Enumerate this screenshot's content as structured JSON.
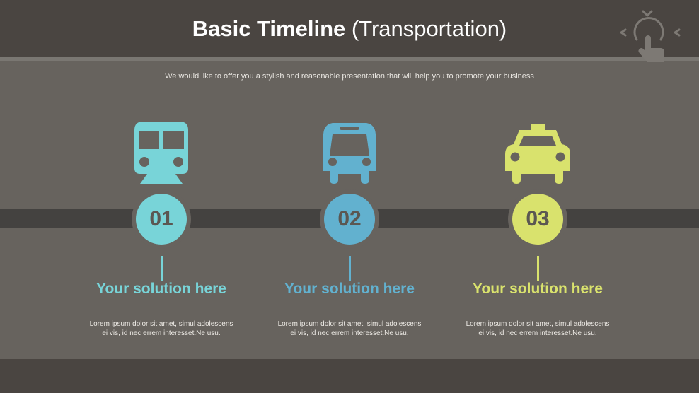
{
  "header": {
    "title_bold": "Basic Timeline",
    "title_light": "(Transportation)",
    "icon": "touch-gesture-icon"
  },
  "subtitle": "We would like to offer you a stylish and reasonable presentation that will help you to promote your business",
  "colors": {
    "header_bg": "#4a4541",
    "body_bg": "#67635e",
    "bar": "#444240",
    "step1": "#78d4d8",
    "step2": "#62b1cf",
    "step3": "#d9e26d"
  },
  "steps": [
    {
      "number": "01",
      "icon": "train-icon",
      "color": "#78d4d8",
      "title": "Your solution here",
      "desc_line1": "Lorem ipsum dolor  sit amet, simul adolescens",
      "desc_line2": "ei vis,  id nec errem interesset.Ne usu."
    },
    {
      "number": "02",
      "icon": "bus-icon",
      "color": "#62b1cf",
      "title": "Your solution here",
      "desc_line1": "Lorem ipsum dolor  sit amet, simul adolescens",
      "desc_line2": "ei vis,  id nec errem interesset.Ne usu."
    },
    {
      "number": "03",
      "icon": "taxi-icon",
      "color": "#d9e26d",
      "title": "Your solution here",
      "desc_line1": "Lorem ipsum dolor  sit amet, simul adolescens",
      "desc_line2": "ei vis,  id nec errem interesset.Ne usu."
    }
  ]
}
